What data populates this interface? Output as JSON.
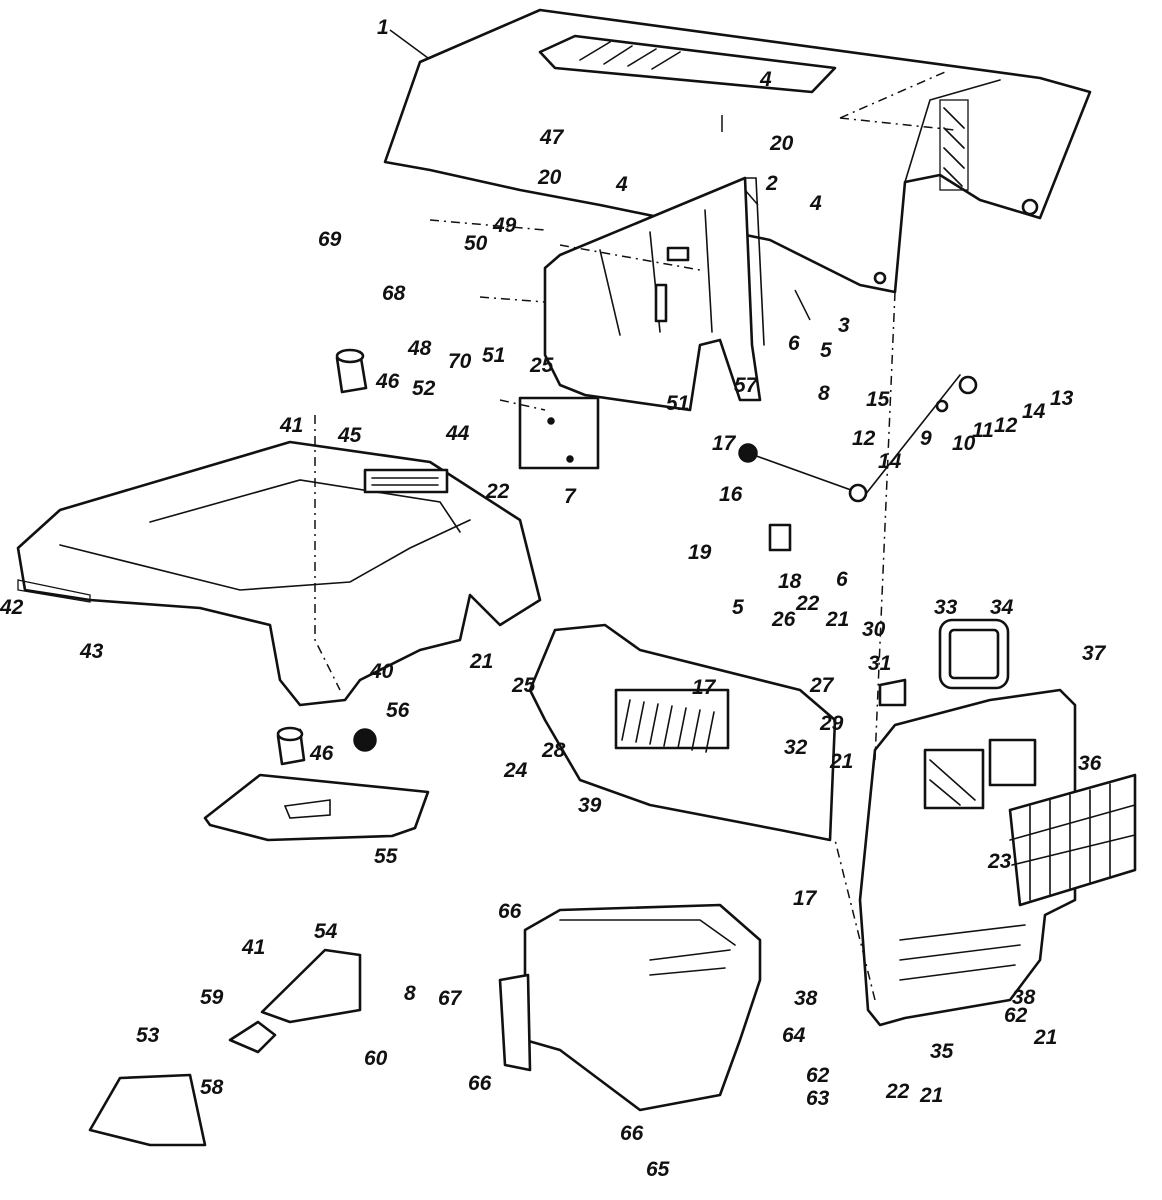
{
  "callouts": [
    "1",
    "2",
    "3",
    "4",
    "4",
    "4",
    "5",
    "6",
    "20",
    "20",
    "47",
    "49",
    "50",
    "68",
    "69",
    "48",
    "70",
    "51",
    "46",
    "52",
    "25",
    "51",
    "7",
    "8",
    "15",
    "12",
    "14",
    "9",
    "10",
    "11",
    "12",
    "14",
    "13",
    "57",
    "17",
    "16",
    "19",
    "18",
    "6",
    "41",
    "45",
    "44",
    "22",
    "42",
    "43",
    "21",
    "40",
    "46",
    "56",
    "55",
    "25",
    "24",
    "28",
    "39",
    "17",
    "5",
    "26",
    "22",
    "21",
    "30",
    "31",
    "27",
    "29",
    "32",
    "21",
    "33",
    "34",
    "37",
    "36",
    "23",
    "17",
    "54",
    "41",
    "8",
    "59",
    "60",
    "58",
    "53",
    "66",
    "67",
    "66",
    "38",
    "64",
    "62",
    "63",
    "66",
    "65",
    "38",
    "62",
    "21",
    "22",
    "21",
    "35"
  ]
}
